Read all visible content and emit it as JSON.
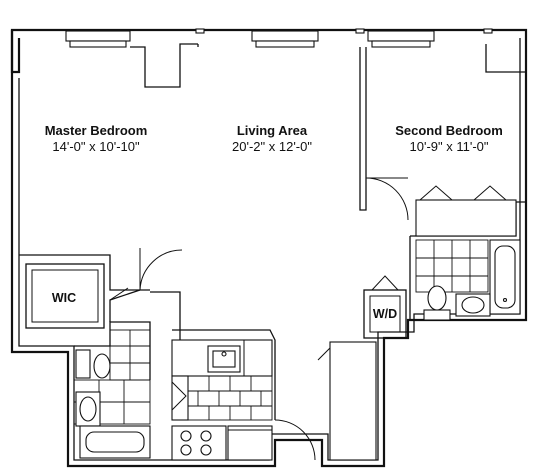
{
  "rooms": {
    "master_bedroom": {
      "name": "Master Bedroom",
      "dims": "14'-0\" x 10'-10\""
    },
    "living_area": {
      "name": "Living Area",
      "dims": "20'-2\" x 12'-0\""
    },
    "second_bedroom": {
      "name": "Second Bedroom",
      "dims": "10'-9\" x 11'-0\""
    },
    "wic": {
      "name": "WIC"
    },
    "wd": {
      "name": "W/D"
    }
  }
}
